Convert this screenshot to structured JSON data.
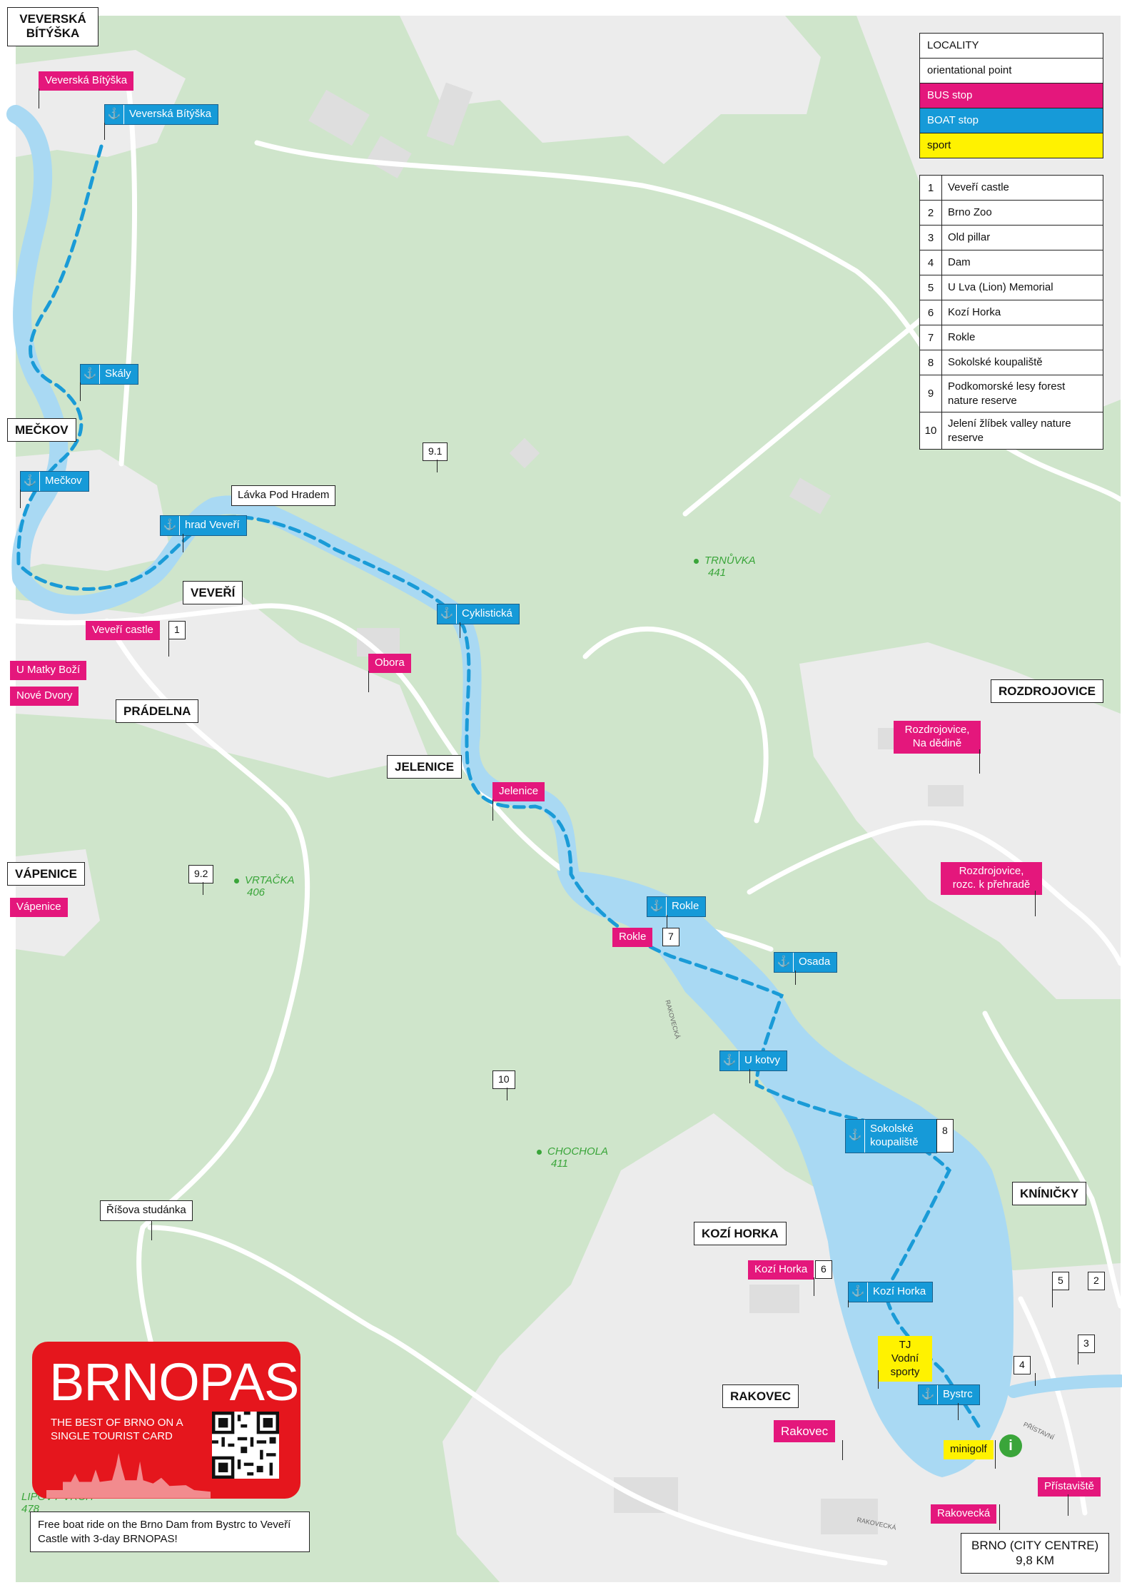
{
  "colors": {
    "forest": "#cfe5cb",
    "forest_dark": "#bcd9b8",
    "urban": "#ececec",
    "building": "#dedede",
    "water": "#a9d9f3",
    "route": "#1a9bd7",
    "road": "#ffffff",
    "bus": "#e4177c",
    "boat": "#169ad8",
    "sport": "#fff200",
    "peak": "#3aa53a",
    "brand": "#e5161d"
  },
  "legend": {
    "locality": "LOCALITY",
    "orientational": "orientational point",
    "bus": "BUS stop",
    "boat": "BOAT stop",
    "sport": "sport"
  },
  "points_of_interest": [
    {
      "n": "1",
      "t": "Veveří castle"
    },
    {
      "n": "2",
      "t": "Brno Zoo"
    },
    {
      "n": "3",
      "t": "Old pillar"
    },
    {
      "n": "4",
      "t": "Dam"
    },
    {
      "n": "5",
      "t": "U Lva (Lion) Memorial"
    },
    {
      "n": "6",
      "t": "Kozí Horka"
    },
    {
      "n": "7",
      "t": "Rokle"
    },
    {
      "n": "8",
      "t": "Sokolské koupaliště"
    },
    {
      "n": "9",
      "t": "Podkomorské lesy forest nature reserve"
    },
    {
      "n": "10",
      "t": "Jelení žlíbek valley nature reserve"
    }
  ],
  "localities": {
    "veverska": "VEVERSKÁ BÍTÝŠKA",
    "meckov": "MEČKOV",
    "veveri": "VEVEŘÍ",
    "pradelna": "PRÁDELNA",
    "jelenice": "JELENICE",
    "vapenice": "VÁPENICE",
    "rozdrojovice": "ROZDROJOVICE",
    "knínicky": "KNÍNIČKY",
    "kozi_horka": "KOZÍ HORKA",
    "rakovec": "RAKOVEC",
    "brno": "BRNO (CITY CENTRE)",
    "brno_dist": "9,8 KM"
  },
  "orientational": {
    "lavka": "Lávka Pod Hradem",
    "risova": "Říšova studánka"
  },
  "bus_stops": {
    "veverska": "Veverská Bítýška",
    "veveri_castle": "Veveří castle",
    "u_matky": "U Matky Boží",
    "nove_dvory": "Nové Dvory",
    "obora": "Obora",
    "jelenice": "Jelenice",
    "vapenice": "Vápenice",
    "rokle": "Rokle",
    "rozdrojovice_dedine": "Rozdrojovice, Na dědině",
    "rozdrojovice_rozc": "Rozdrojovice, rozc. k přehradě",
    "kozi_horka": "Kozí Horka",
    "rakovec": "Rakovec",
    "rakovecka": "Rakovecká",
    "pristaviste": "Přístaviště"
  },
  "boat_stops": {
    "veverska": "Veverská Bítýška",
    "skaly": "Skály",
    "meckov": "Mečkov",
    "hrad": "hrad Veveří",
    "cyklisticka": "Cyklistická",
    "rokle": "Rokle",
    "osada": "Osada",
    "u_kotvy": "U kotvy",
    "sokolske": "Sokolské koupaliště",
    "kozi_horka": "Kozí Horka",
    "bystrc": "Bystrc"
  },
  "anchor": "⚓",
  "sport": {
    "tj": "TJ Vodní sporty",
    "minigolf": "minigolf"
  },
  "numbers": {
    "n1": "1",
    "n2": "2",
    "n3": "3",
    "n4": "4",
    "n5": "5",
    "n6": "6",
    "n7": "7",
    "n8": "8",
    "n91": "9.1",
    "n92": "9.2",
    "n10": "10"
  },
  "peaks": {
    "trnuvka": "TRNŮVKA",
    "trnuvka_h": "441",
    "vrtacka": "VRTAČKA",
    "vrtacka_h": "406",
    "chochola": "CHOCHOLA",
    "chochola_h": "411",
    "lipovy": "LIPOVÝ VRCH",
    "lipovy_h": "478"
  },
  "streets": {
    "rakovecka1": "RAKOVECKÁ",
    "rakovecka2": "RAKOVECKÁ",
    "pristavni": "PŘÍSTAVNÍ"
  },
  "brand": {
    "logo": "BRNOPAS",
    "tagline": "THE BEST OF BRNO ON A SINGLE TOURIST CARD",
    "promo": "Free boat ride on the Brno Dam from Bystrc to Veveří Castle with 3-day BRNOPAS!"
  },
  "info_icon": "i"
}
